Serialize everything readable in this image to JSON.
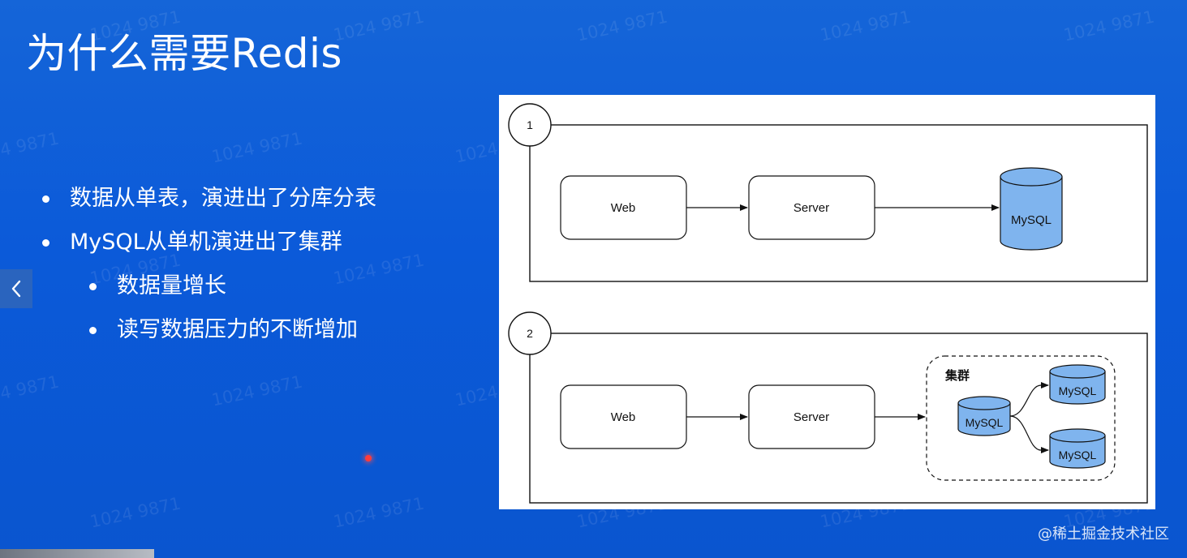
{
  "slide": {
    "title": "为什么需要Redis",
    "bullets": [
      {
        "text": "数据从单表，演进出了分库分表",
        "level": 1
      },
      {
        "text": "MySQL从单机演进出了集群",
        "level": 1
      },
      {
        "text": "数据量增长",
        "level": 2
      },
      {
        "text": "读写数据压力的不断增加",
        "level": 2
      }
    ]
  },
  "nav": {
    "prev_icon": "chevron-left-icon"
  },
  "footer": {
    "brand": "@稀土掘金技术社区"
  },
  "watermark": {
    "text": "1024 9871"
  },
  "diagram": {
    "panel1": {
      "number": "1",
      "web": "Web",
      "server": "Server",
      "db": "MySQL"
    },
    "panel2": {
      "number": "2",
      "web": "Web",
      "server": "Server",
      "cluster_label": "集群",
      "db_main": "MySQL",
      "db_replica_top": "MySQL",
      "db_replica_bottom": "MySQL"
    },
    "colors": {
      "db_fill": "#7fb4ee",
      "stroke": "#111111"
    }
  }
}
